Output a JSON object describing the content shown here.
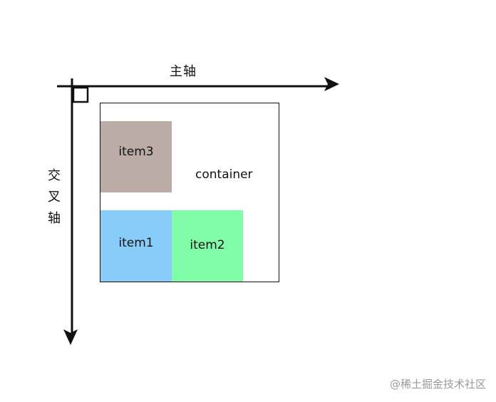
{
  "axes": {
    "main_axis_label": "主轴",
    "cross_axis_label": [
      "交",
      "叉",
      "轴"
    ]
  },
  "container": {
    "label": "container"
  },
  "items": [
    {
      "label": "item3",
      "color": "#BCACA8"
    },
    {
      "label": "item1",
      "color": "#88CCFA"
    },
    {
      "label": "item2",
      "color": "#80FCA8"
    }
  ],
  "watermark": "@稀土掘金技术社区",
  "colors": {
    "line": "#111111",
    "watermark": "#9A9A9A"
  }
}
